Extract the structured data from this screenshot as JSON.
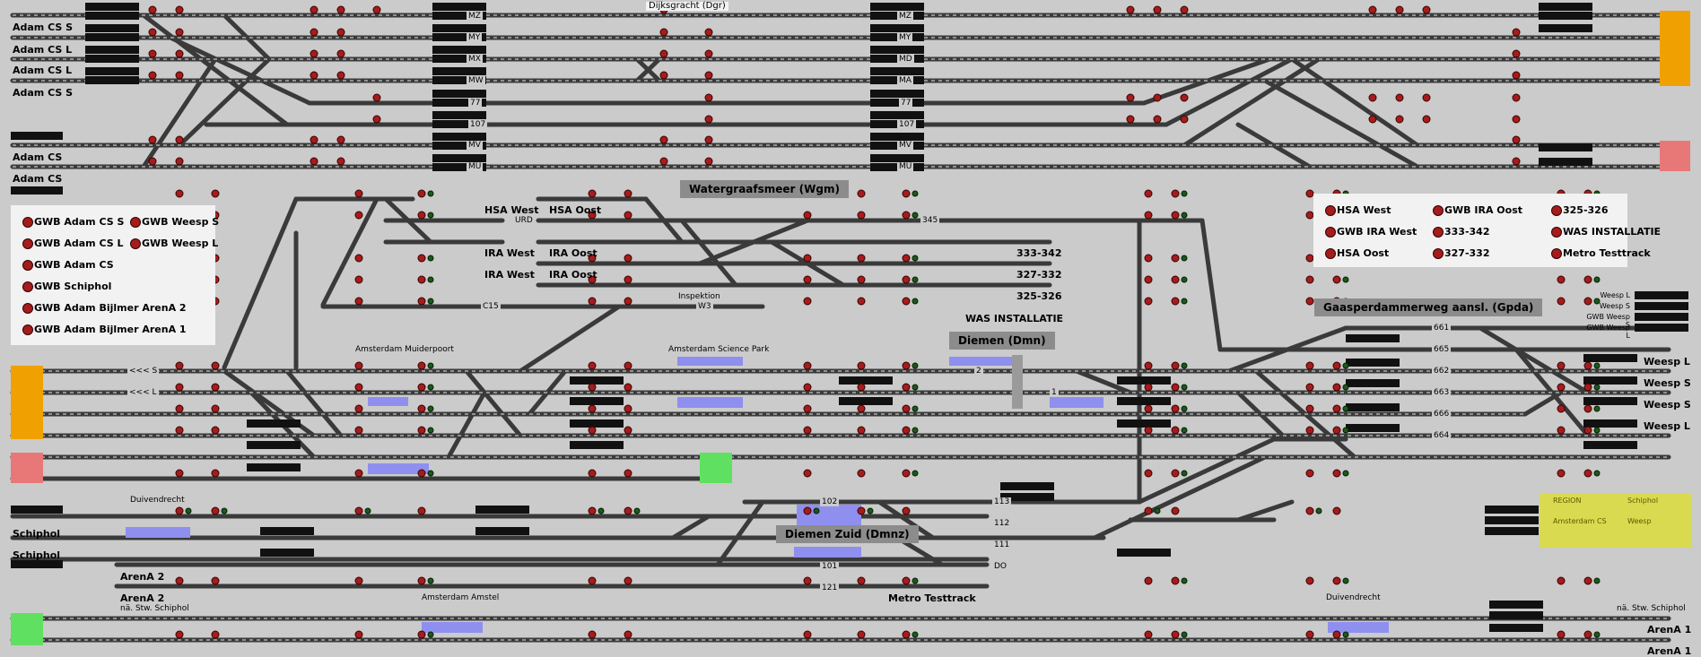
{
  "left_labels": [
    "Adam CS S",
    "Adam CS L",
    "Adam CS L",
    "Adam CS S",
    "Adam CS",
    "Adam CS",
    "Schiphol",
    "Schiphol",
    "ArenA 2",
    "ArenA 2"
  ],
  "right_labels": [
    "Weesp L",
    "Weesp S",
    "Weesp S",
    "Weesp L",
    "ArenA 1",
    "ArenA 1"
  ],
  "station_labels": {
    "dijksgracht": "Dijksgracht (Dgr)",
    "hsa_west": "HSA West",
    "ira_west_1": "IRA West",
    "ira_west_2": "IRA West",
    "hsa_oost": "HSA Oost",
    "ira_oost_1": "IRA Oost",
    "ira_oost_2": "IRA Oost",
    "inspektion": "Inspektion",
    "t333_342": "333-342",
    "t327_332": "327-332",
    "t325_326": "325-326",
    "was_installatie": "WAS INSTALLATIE",
    "muiderpoort": "Amsterdam Muiderpoort",
    "science_park": "Amsterdam Science Park",
    "duivendrecht_left": "Duivendrecht",
    "duivendrecht_right": "Duivendrecht",
    "amstel": "Amsterdam Amstel",
    "metro_testtrack": "Metro Testtrack",
    "na_stw_schiphol_left": "nä. Stw. Schiphol",
    "na_stw_schiphol_right": "nä. Stw. Schiphol"
  },
  "headers": {
    "watergraafsmeer": "Watergraafsmeer (Wgm)",
    "diemen": "Diemen (Dmn)",
    "diemen_zuid": "Diemen Zuid (Dmnz)",
    "gaasperdammerweg": "Gaasperdammerweg aansl. (Gpda)"
  },
  "legend_left": [
    "GWB Adam CS S",
    "GWB Weesp S",
    "GWB Adam CS L",
    "GWB Weesp L",
    "GWB Adam CS",
    "GWB Schiphol",
    "GWB Adam Bijlmer ArenA 2",
    "GWB Adam Bijlmer ArenA 1"
  ],
  "legend_right": [
    "HSA West",
    "GWB IRA Oost",
    "325-326",
    "GWB IRA West",
    "333-342",
    "WAS INSTALLATIE",
    "HSA Oost",
    "327-332",
    "Metro Testtrack"
  ],
  "right_legend_small": [
    "Weesp L",
    "Weesp S",
    "GWB Weesp S",
    "GWB Weesp L"
  ],
  "region_box": {
    "title1": "REGION",
    "title2": "Schiphol",
    "item1": "Amsterdam CS",
    "item2": "Weesp"
  },
  "track_ids": {
    "mz": "MZ",
    "my": "MY",
    "mx": "MX",
    "mw": "MW",
    "t77": "77",
    "t107": "107",
    "mv": "MV",
    "mu": "MU",
    "mz_r": "MZ",
    "my_r": "MY",
    "md_r": "MD",
    "ma_r": "MA",
    "t77_r": "77",
    "t107_r": "107",
    "mv_r": "MV",
    "mu_r": "MU",
    "urd": "URD",
    "t345": "345",
    "c15": "C15",
    "w3": "W3",
    "s_arrow_1": "<<< S",
    "s_arrow_2": "<<< L",
    "t2": "2",
    "t1": "1",
    "t661": "661",
    "t665": "665",
    "t662": "662",
    "t663": "663",
    "t666": "666",
    "t664": "664",
    "t102": "102",
    "t113": "113",
    "t112": "112",
    "t111": "111",
    "t101": "101",
    "do": "DO",
    "t121": "121"
  },
  "colors": {
    "background": "#cbcbcb",
    "track": "#3a3a3a",
    "signal": "#a51c1c",
    "occupied_blue": "#8f8fef",
    "orange": "#f0a000",
    "pink": "#e87878",
    "green": "#60e060",
    "yellow": "#dada50",
    "header": "#8c8c8c"
  }
}
